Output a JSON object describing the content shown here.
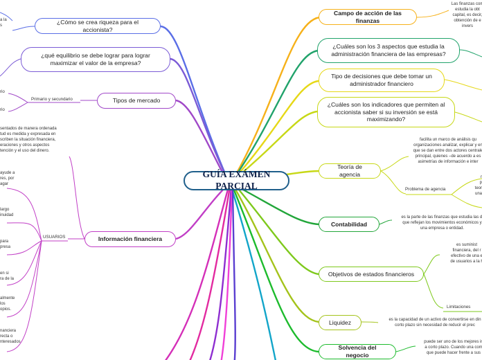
{
  "central": {
    "title": "GUÍA EXÁMEN PARCIAL"
  },
  "right": {
    "campo": {
      "title": "Campo de acción de las finanzas",
      "desc": "Las finanzas com\nestudia la obt\ncapital, es decir,\nobtención de e\ninvers"
    },
    "aspectos": {
      "title": "¿Cuáles son los 3 aspectos que estudia la administración financiera de las empresas?"
    },
    "decisiones": {
      "title": "Tipo de decisiones que debe tomar un administrador financiero"
    },
    "indicadores": {
      "title": "¿Cuáles son los indicadores que permiten al accionista saber si su inversión se está maximizando?"
    },
    "agencia": {
      "title": "Teoría de agencia",
      "desc": "facilita un marco de análisis qu\norganizaciones analizar, explicar y en\nque se dan entre dos actores centrale\nprincipal, quienes –de acuerdo a es\nasimetrías de información e inter",
      "problema_label": "Problema de agencia",
      "problema_desc": "r\np\nteor\nuna"
    },
    "contabilidad": {
      "title": "Contabilidad",
      "desc": "es la parte de las finanzas que estudia las di\nque reflejan los movimientos económicos y\nuna empresa o entidad."
    },
    "objetivos": {
      "title": "Objetivos de estados financieros",
      "desc": "es suminist\nfinanciera, del r\nefectivo de una e\nde usuarios a la h",
      "limitaciones_label": "Limitaciones"
    },
    "liquidez": {
      "title": "Liquidez",
      "desc": "es la capacidad de un activo de convertirse en din\ncorto plazo sin necesidad de reducir el prec"
    },
    "solvencia": {
      "title": "Solvencia del negocio",
      "desc": "puede ser uno de los mejores in\na corto plazo. Cuando una com\nque puede hacer frente a sus"
    }
  },
  "left": {
    "frag_top": "a la\ns",
    "riqueza": {
      "title": "¿Cómo se crea riqueza para el accionista?"
    },
    "equilibrio": {
      "title": "¿qué equilibrio se debe lograr para lograr maximizar el valor de la empresa?"
    },
    "mercado": {
      "title": "Tipos de mercado",
      "sub_label": "Primario y secundario",
      "frag_1": "rio",
      "frag_2": "rio"
    },
    "informacion": {
      "title": "Información financiera",
      "desc": "sentados de manera ordenada\ntud es medida y expresada en\nscriben la situación financiera,\neraciones y otros aspectos\ntención y el uso del dinero.",
      "usuarios_label": "USUARIOS",
      "frags": [
        "ayude a\nres, por\nagar",
        "largo\ninuidad",
        "para\npresa",
        "en si\nra de la",
        "almente\nlos\nopios.",
        "nanciera\nrecta o\nnteresados"
      ]
    }
  }
}
